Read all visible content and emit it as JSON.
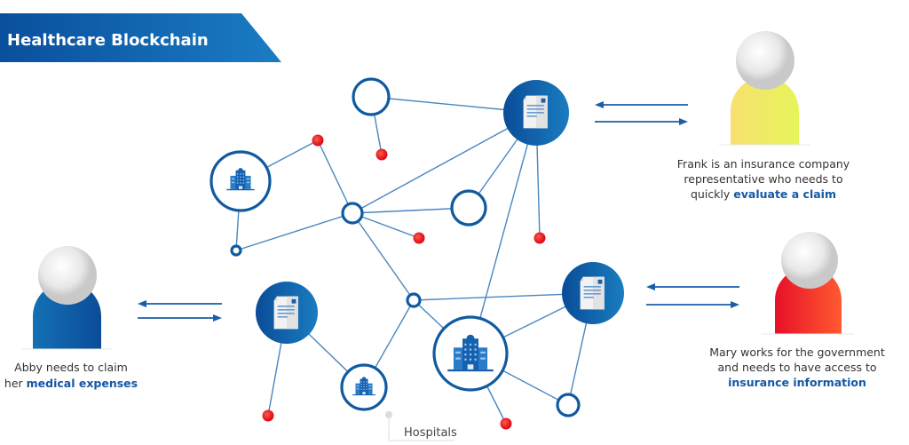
{
  "title": "Healthcare Blockchain",
  "network": {
    "label": "Hospitals",
    "icons": [
      "document-icon",
      "hospital-icon"
    ]
  },
  "people": {
    "frank": {
      "line1": "Frank is an insurance company",
      "line2": "representative who needs to",
      "line3_prefix": "quickly ",
      "line3_highlight": "evaluate a claim",
      "color": "#f2e85a"
    },
    "mary": {
      "line1": "Mary works for the government",
      "line2": "and needs to have access to",
      "line3_highlight": "insurance information",
      "color": "#f03a3a"
    },
    "abby": {
      "line1": "Abby needs to claim",
      "line2_prefix": "her ",
      "line2_highlight": "medical expenses",
      "color": "#1460a8"
    }
  },
  "colors": {
    "primary": "#0f5aa0",
    "accent_red": "#f02a2a",
    "highlight_text": "#1458a6"
  }
}
